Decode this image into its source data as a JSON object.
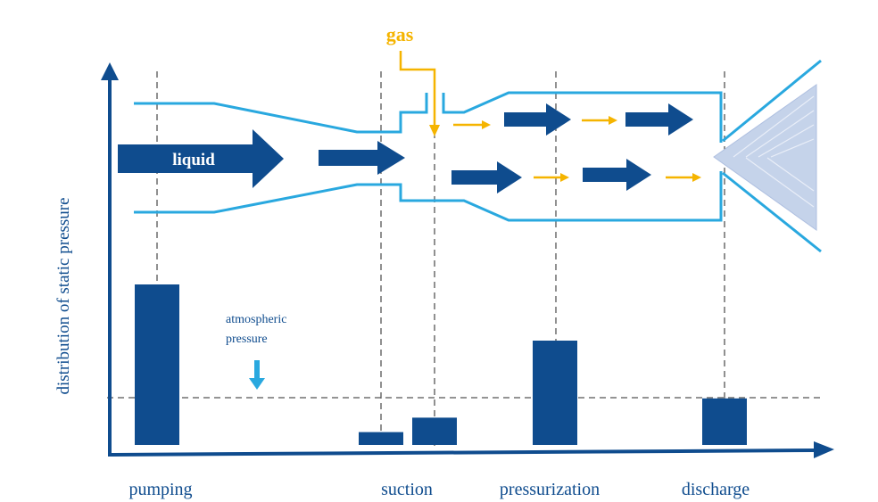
{
  "labels": {
    "y_axis": "distribution of static pressure",
    "gas": "gas",
    "liquid": "liquid",
    "atmospheric_line1": "atmospheric",
    "atmospheric_line2": "pressure",
    "stage_pumping": "pumping",
    "stage_suction": "suction",
    "stage_pressurization": "pressurization",
    "stage_discharge": "discharge"
  },
  "colors": {
    "axis": "#0f4c8e",
    "bar": "#0f4c8e",
    "outline": "#29a8df",
    "gas_arrow": "#f5b400",
    "liquid_arrow": "#0f4c8e",
    "atm_arrow": "#29a8df",
    "dashed": "#555555",
    "spray": "#c5d3ea"
  },
  "chart_data": {
    "type": "bar",
    "categories": [
      "pumping",
      "suction",
      "suction",
      "pressurization",
      "discharge"
    ],
    "values": [
      100,
      8,
      17,
      65,
      29
    ],
    "reference_line": {
      "label": "atmospheric pressure",
      "value": 29
    },
    "ylabel": "distribution of static pressure"
  }
}
